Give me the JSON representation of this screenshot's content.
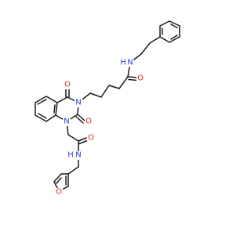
{
  "colors": {
    "bond": "#1a1a1a",
    "O": "#e0251b",
    "N": "#2b3fd6",
    "background": "#ffffff"
  },
  "atom_labels": {
    "amide_top_N": "N",
    "amide_top_H": "H",
    "amide_top_O": "O",
    "quin_O4": "O",
    "quin_N3": "N",
    "quin_O2": "O",
    "quin_N1": "N",
    "amide_bottom_O": "O",
    "amide_bottom_N": "N",
    "amide_bottom_H": "H",
    "furan_O": "O"
  }
}
